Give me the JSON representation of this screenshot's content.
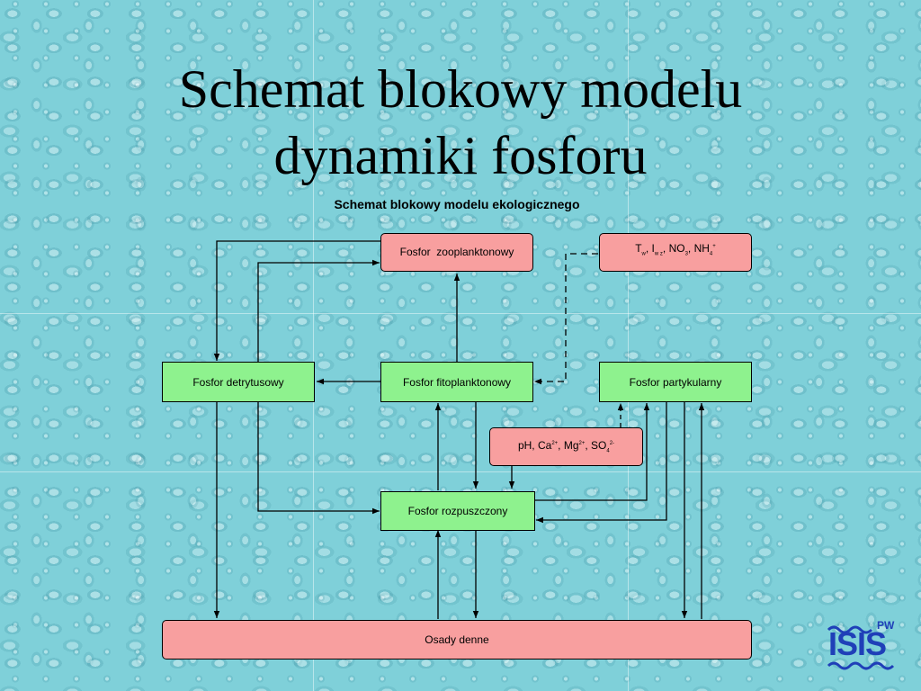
{
  "slide": {
    "title_line1": "Schemat blokowy modelu",
    "title_line2": "dynamiki fosforu",
    "subtitle": "Schemat blokowy modelu ekologicznego"
  },
  "boxes": {
    "zooplankton": "Fosfor  zooplanktonowy",
    "detritus": "Fosfor detrytusowy",
    "phytoplankton": "Fosfor fitoplanktonowy",
    "particulate": "Fosfor partykularny",
    "dissolved": "Fosfor rozpuszczony",
    "sediments": "Osady denne"
  },
  "factors": {
    "env": {
      "t": "T",
      "t_sub": "w",
      "i": ", I",
      "i_sub": "w z",
      "no": ", NO",
      "no_sub": "3",
      "nh": ", NH",
      "nh_sub": "4",
      "nh_sup": "+"
    },
    "chem": {
      "ph": "pH, Ca",
      "ca_sup": "2+",
      "mg": ", Mg",
      "mg_sup": "2+",
      "so": ", SO",
      "so_sub": "4",
      "so_sup": "2-"
    }
  },
  "logo": {
    "text": "ISIS",
    "badge": "PW"
  },
  "colors": {
    "state_box": "#8ef28e",
    "factor_box": "#f89f9f",
    "background": "#7fd0d9",
    "logo": "#1f3fb8"
  }
}
